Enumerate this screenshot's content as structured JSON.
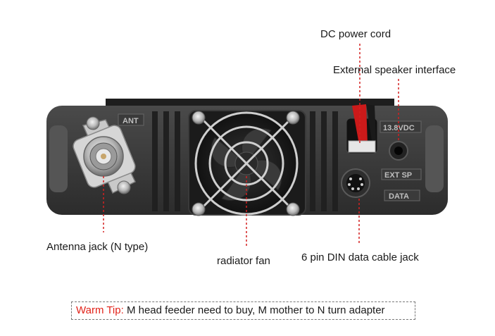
{
  "labels": {
    "dc_power": "DC power cord",
    "external_speaker": "External speaker interface",
    "antenna": "Antenna jack (N type)",
    "fan": "radiator fan",
    "din": "6 pin DIN data cable jack"
  },
  "panel_marks": {
    "ant": "ANT",
    "dc": "13.8VDC",
    "ext": "EXT SP",
    "data": "DATA"
  },
  "tip": {
    "title": "Warm Tip:",
    "text": " M head feeder need to buy, M mother to N turn adapter"
  },
  "colors": {
    "callout": "#d32020",
    "tip_title": "#e2231a",
    "body": "#3a3a3a",
    "fin": "#2b2b2b"
  }
}
